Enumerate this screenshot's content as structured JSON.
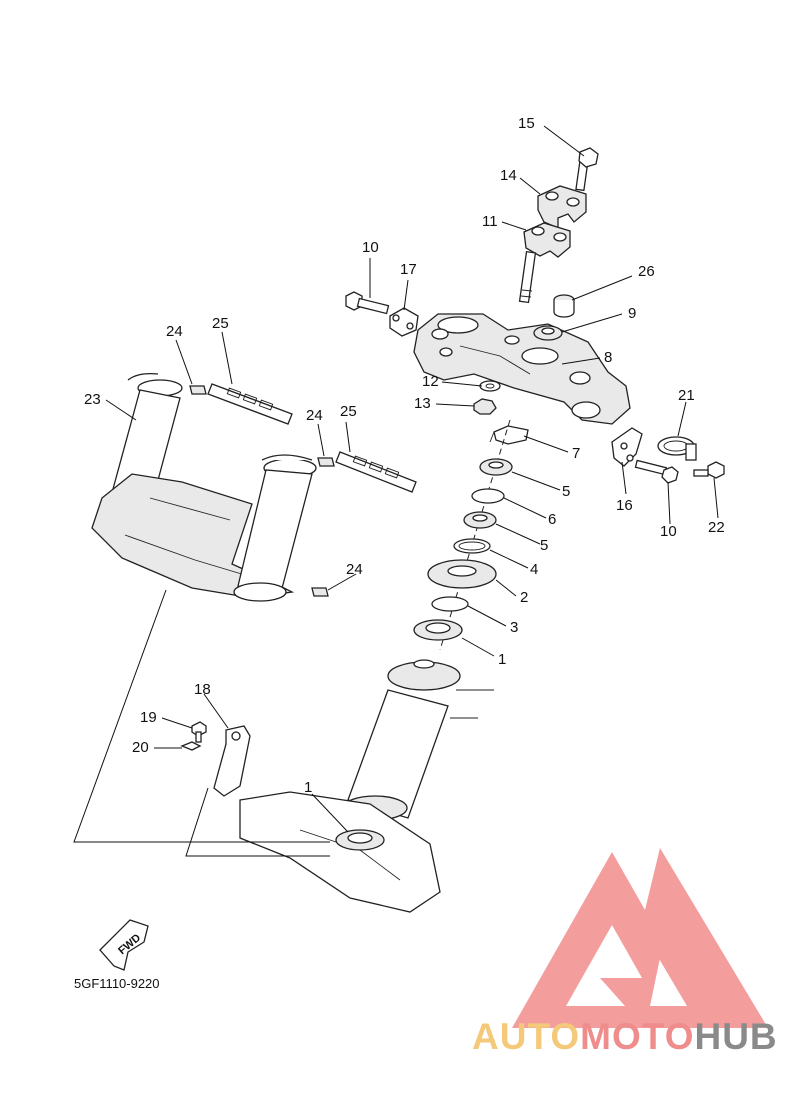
{
  "diagram": {
    "callouts": [
      {
        "id": "c15",
        "label": "15"
      },
      {
        "id": "c14",
        "label": "14"
      },
      {
        "id": "c11",
        "label": "11"
      },
      {
        "id": "c10a",
        "label": "10"
      },
      {
        "id": "c17",
        "label": "17"
      },
      {
        "id": "c26",
        "label": "26"
      },
      {
        "id": "c9",
        "label": "9"
      },
      {
        "id": "c8",
        "label": "8"
      },
      {
        "id": "c24a",
        "label": "24"
      },
      {
        "id": "c25a",
        "label": "25"
      },
      {
        "id": "c23",
        "label": "23"
      },
      {
        "id": "c12",
        "label": "12"
      },
      {
        "id": "c13",
        "label": "13"
      },
      {
        "id": "c21",
        "label": "21"
      },
      {
        "id": "c24b",
        "label": "24"
      },
      {
        "id": "c25b",
        "label": "25"
      },
      {
        "id": "c7",
        "label": "7"
      },
      {
        "id": "c5a",
        "label": "5"
      },
      {
        "id": "c16",
        "label": "16"
      },
      {
        "id": "c10b",
        "label": "10"
      },
      {
        "id": "c22",
        "label": "22"
      },
      {
        "id": "c6",
        "label": "6"
      },
      {
        "id": "c5b",
        "label": "5"
      },
      {
        "id": "c4",
        "label": "4"
      },
      {
        "id": "c24c",
        "label": "24"
      },
      {
        "id": "c2",
        "label": "2"
      },
      {
        "id": "c3",
        "label": "3"
      },
      {
        "id": "c1a",
        "label": "1"
      },
      {
        "id": "c18",
        "label": "18"
      },
      {
        "id": "c19",
        "label": "19"
      },
      {
        "id": "c20",
        "label": "20"
      },
      {
        "id": "c1b",
        "label": "1"
      }
    ],
    "fwd_label": "FWD",
    "part_code": "5GF1110-9220"
  },
  "watermark": {
    "auto": "AUTO",
    "moto": "MOTO",
    "hub": "HUB",
    "colors": {
      "logo": "#f28c8c",
      "auto": "#f5c97a",
      "moto": "#ef8d8d",
      "hub": "#8a8a8a"
    }
  }
}
